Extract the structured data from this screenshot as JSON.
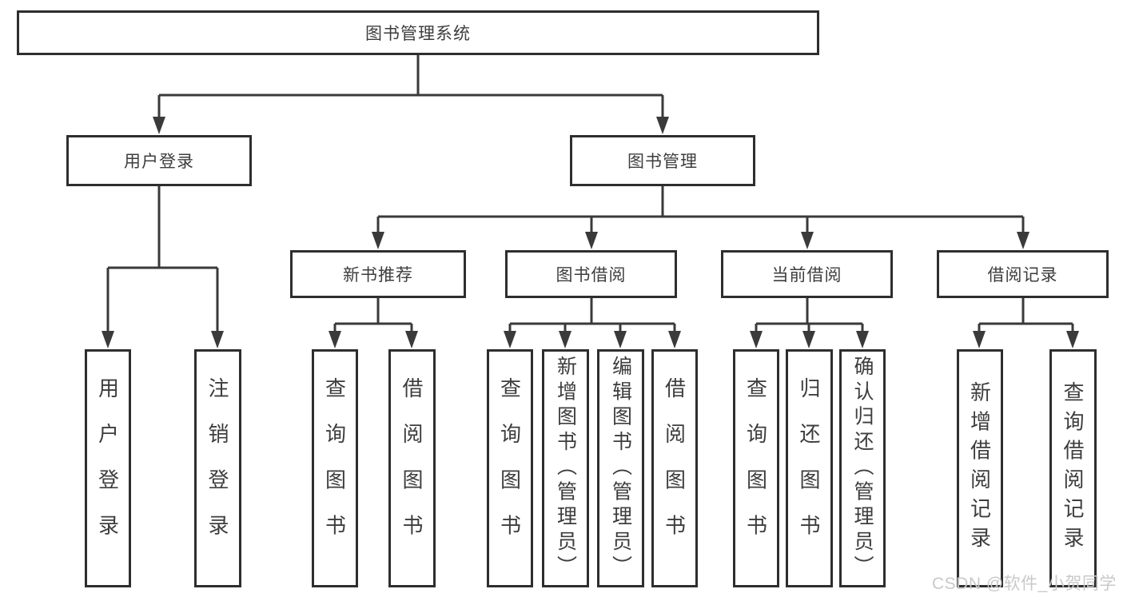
{
  "watermark": "CSDN @软件_小贺同学",
  "colors": {
    "line": "#3a3a3a",
    "box_border": "#2e2e2e",
    "text": "#3d3d3d",
    "watermark": "#c9c9c9",
    "background": "#ffffff"
  },
  "nodes": {
    "root": {
      "label": "图书管理系统"
    },
    "userLogin": {
      "label": "用户登录"
    },
    "bookManagement": {
      "label": "图书管理"
    },
    "newBookRecommend": {
      "label": "新书推荐"
    },
    "bookBorrowing": {
      "label": "图书借阅"
    },
    "currentBorrowing": {
      "label": "当前借阅"
    },
    "borrowingRecords": {
      "label": "借阅记录"
    },
    "leafUserLogin": {
      "label": "用户登录"
    },
    "leafLogoutLogin": {
      "label": "注销登录"
    },
    "leafRecommendQueryBooks": {
      "label": "查询图书"
    },
    "leafRecommendBorrowBooks": {
      "label": "借阅图书"
    },
    "leafBorrowingQueryBooks": {
      "label": "查询图书"
    },
    "leafBorrowingAddBooksAdmin": {
      "label": "新增图书（管理员）"
    },
    "leafBorrowingEditBooksAdmin": {
      "label": "编辑图书（管理员）"
    },
    "leafBorrowingBorrowBooks": {
      "label": "借阅图书"
    },
    "leafCurrentQueryBooks": {
      "label": "查询图书"
    },
    "leafCurrentReturnBooks": {
      "label": "归还图书"
    },
    "leafCurrentConfirmReturnAdmin": {
      "label": "确认归还（管理员）"
    },
    "leafRecordsAddBorrowRecord": {
      "label": "新增借阅记录"
    },
    "leafRecordsQueryBorrowRecord": {
      "label": "查询借阅记录"
    }
  },
  "hierarchy": [
    {
      "parent": "图书管理系统",
      "children": [
        "用户登录",
        "图书管理"
      ]
    },
    {
      "parent": "用户登录",
      "children": [
        "用户登录",
        "注销登录"
      ]
    },
    {
      "parent": "图书管理",
      "children": [
        "新书推荐",
        "图书借阅",
        "当前借阅",
        "借阅记录"
      ]
    },
    {
      "parent": "新书推荐",
      "children": [
        "查询图书",
        "借阅图书"
      ]
    },
    {
      "parent": "图书借阅",
      "children": [
        "查询图书",
        "新增图书（管理员）",
        "编辑图书（管理员）",
        "借阅图书"
      ]
    },
    {
      "parent": "当前借阅",
      "children": [
        "查询图书",
        "归还图书",
        "确认归还（管理员）"
      ]
    },
    {
      "parent": "借阅记录",
      "children": [
        "新增借阅记录",
        "查询借阅记录"
      ]
    }
  ]
}
